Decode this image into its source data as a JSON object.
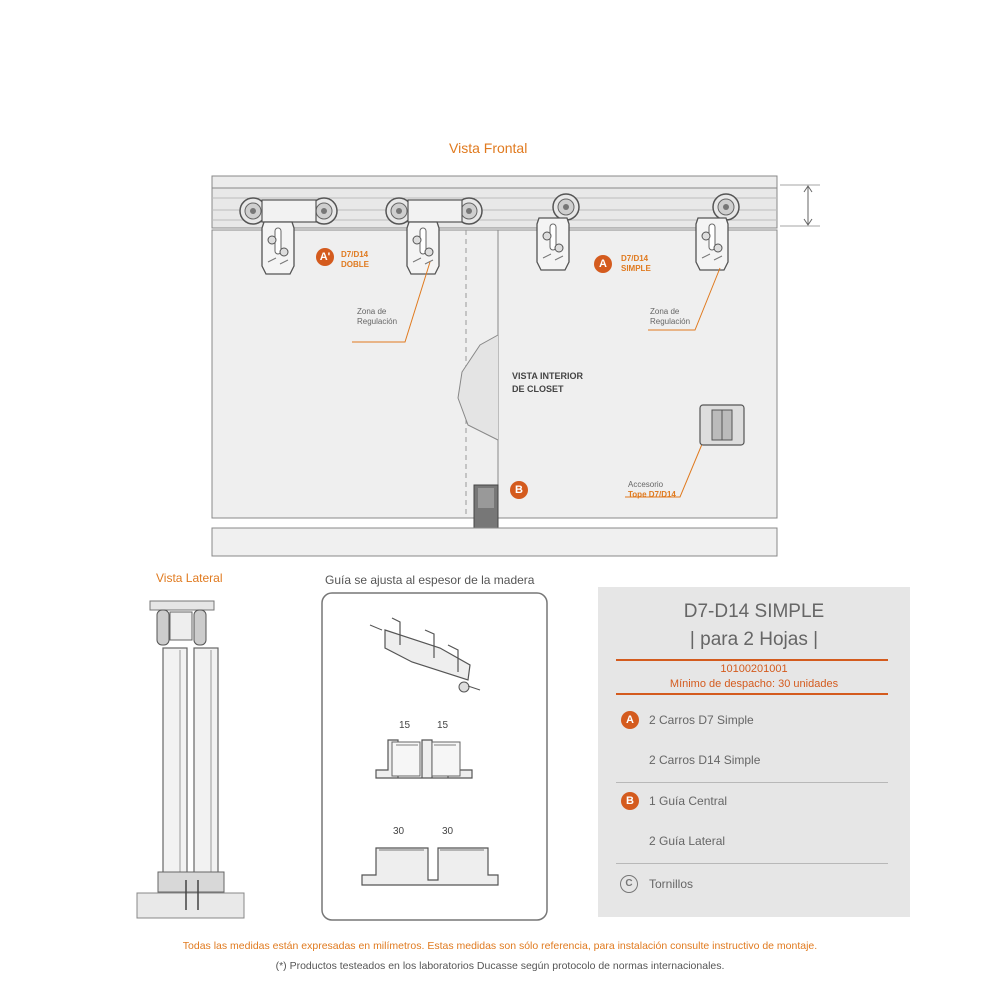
{
  "front_view": {
    "title": "Vista Frontal",
    "label_a_double": {
      "badge": "A'",
      "line1": "D7/D14",
      "line2": "DOBLE"
    },
    "label_a_simple": {
      "badge": "A",
      "line1": "D7/D14",
      "line2": "SIMPLE"
    },
    "zona_left": {
      "line1": "Zona de",
      "line2": "Regulación"
    },
    "zona_right": {
      "line1": "Zona de",
      "line2": "Regulación"
    },
    "closet": {
      "line1": "VISTA INTERIOR",
      "line2": "DE CLOSET"
    },
    "badge_b": "B",
    "accessory": {
      "line1": "Accesorio",
      "line2": "Tope D7/D14"
    }
  },
  "side_view": {
    "title": "Vista Lateral"
  },
  "guide_view": {
    "title": "Guía se ajusta al espesor de la madera",
    "dim_small": [
      "15",
      "15"
    ],
    "dim_large": [
      "30",
      "30"
    ]
  },
  "info": {
    "title_line1": "D7-D14 SIMPLE",
    "title_line2": "| para 2 Hojas |",
    "code": "10100201001",
    "min_order": "Mínimo de despacho: 30 unidades",
    "items": [
      {
        "badge": "A",
        "text": "2 Carros D7 Simple",
        "icon": "carriage-icon"
      },
      {
        "badge": "",
        "text": "2 Carros D14 Simple",
        "icon": "carriage-icon"
      },
      {
        "badge": "B",
        "text": "1 Guía Central",
        "icon": "guide-icon"
      },
      {
        "badge": "",
        "text": "2 Guía Lateral",
        "icon": "guide-icon"
      },
      {
        "badge": "C",
        "text": "Tornillos",
        "icon": "screws-icon"
      }
    ]
  },
  "footer": {
    "line1": "Todas las medidas están expresadas en milímetros. Estas medidas son sólo referencia, para instalación consulte instructivo de montaje.",
    "line2": "(*) Productos testeados en los laboratorios Ducasse según protocolo de normas internacionales."
  },
  "colors": {
    "accent": "#e07a1f",
    "badge": "#d45b1e",
    "panel": "#eeeeee",
    "box": "#e6e6e6"
  }
}
